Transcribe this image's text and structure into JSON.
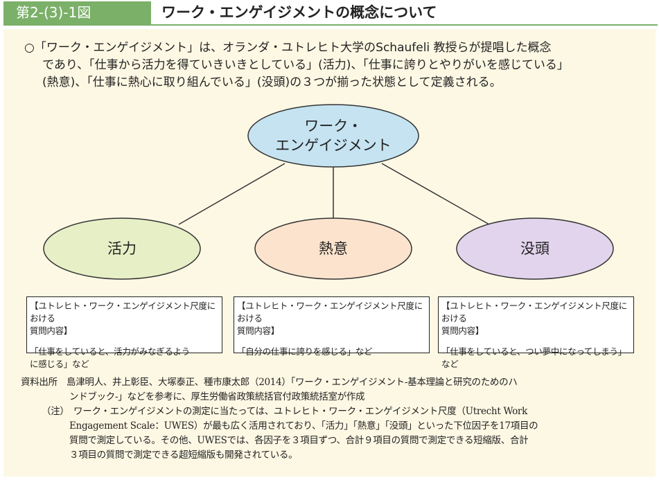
{
  "header": {
    "figure_no": "第2-(3)-1図",
    "title": "ワーク・エンゲイジメントの概念について"
  },
  "intro": {
    "line1": "○「ワーク・エンゲイジメント」は、オランダ・ユトレヒト大学のSchaufeli 教授らが提唱した概念",
    "line2": "であり、「仕事から活力を得ていきいきとしている」(活力)、「仕事に誇りとやりがいを感じている」",
    "line3": "(熱意)、「仕事に熱心に取り組んでいる」(没頭)の３つが揃った状態として定義される。"
  },
  "diagram": {
    "root": {
      "line1": "ワーク・",
      "line2": "エンゲイジメント",
      "color": "#c5e3f1"
    },
    "children": [
      {
        "label": "活力",
        "color": "#e6efc6",
        "box_heading_1": "【ユトレヒト・ワーク・エンゲイジメント尺度における",
        "box_heading_2": "質問内容】",
        "example_1": "「仕事をしていると、活力がみなぎるよう",
        "example_2": "に感じる」など"
      },
      {
        "label": "熱意",
        "color": "#fbe3cd",
        "box_heading_1": "【ユトレヒト・ワーク・エンゲイジメント尺度における",
        "box_heading_2": "質問内容】",
        "example_1": "「自分の仕事に誇りを感じる」など",
        "example_2": ""
      },
      {
        "label": "没頭",
        "color": "#e1d4ec",
        "box_heading_1": "【ユトレヒト・ワーク・エンゲイジメント尺度における",
        "box_heading_2": "質問内容】",
        "example_1": "「仕事をしていると、つい夢中になってしまう」など",
        "example_2": ""
      }
    ]
  },
  "source": {
    "line1": "資料出所　島津明人、井上彰臣、大塚泰正、種市康太郎（2014）「ワーク・エンゲイジメント-基本理論と研究のためのハ",
    "line2": "ンドブック-」などを参考に、厚生労働省政策統括官付政策統括室が作成",
    "note1": "（注）　ワーク・エンゲイジメントの測定に当たっては、ユトレヒト・ワーク・エンゲイジメント尺度（Utrecht Work",
    "note2": "Engagement Scale：UWES）が最も広く活用されており、「活力」「熱意」「没頭」といった下位因子を17項目の",
    "note3": "質問で測定している。その他、UWESでは、各因子を３項目ずつ、合計９項目の質問で測定できる短縮版、合計",
    "note4": "３項目の質問で測定できる超短縮版も開発されている。"
  }
}
